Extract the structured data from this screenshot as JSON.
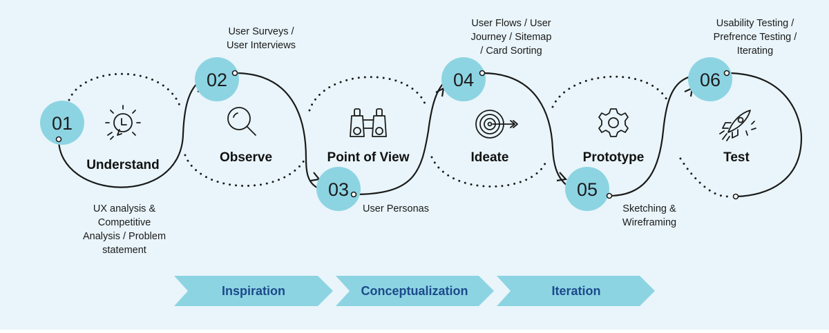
{
  "colors": {
    "background": "#e9f5fa",
    "accent": "#8dd4e3",
    "phase_fill": "#8dd4e3",
    "phase_text": "#1b4a8a",
    "line": "#1a1a1a"
  },
  "stages": [
    {
      "number": "01",
      "name": "Understand",
      "icon": "lightbulb-icon",
      "note": [
        "UX analysis &",
        "Competitive",
        "Analysis / Problem",
        "statement"
      ]
    },
    {
      "number": "02",
      "name": "Observe",
      "icon": "magnifier-icon",
      "note": [
        "User Surveys /",
        "User Interviews"
      ]
    },
    {
      "number": "03",
      "name": "Point of View",
      "icon": "binoculars-icon",
      "note": [
        "User Personas"
      ]
    },
    {
      "number": "04",
      "name": "Ideate",
      "icon": "target-icon",
      "note": [
        "User Flows / User",
        "Journey / Sitemap",
        "/ Card Sorting"
      ]
    },
    {
      "number": "05",
      "name": "Prototype",
      "icon": "gear-icon",
      "note": [
        "Sketching &",
        "Wireframing"
      ]
    },
    {
      "number": "06",
      "name": "Test",
      "icon": "rocket-icon",
      "note": [
        "Usability Testing /",
        "Prefrence Testing /",
        "Iterating"
      ]
    }
  ],
  "phases": [
    "Inspiration",
    "Conceptualization",
    "Iteration"
  ]
}
